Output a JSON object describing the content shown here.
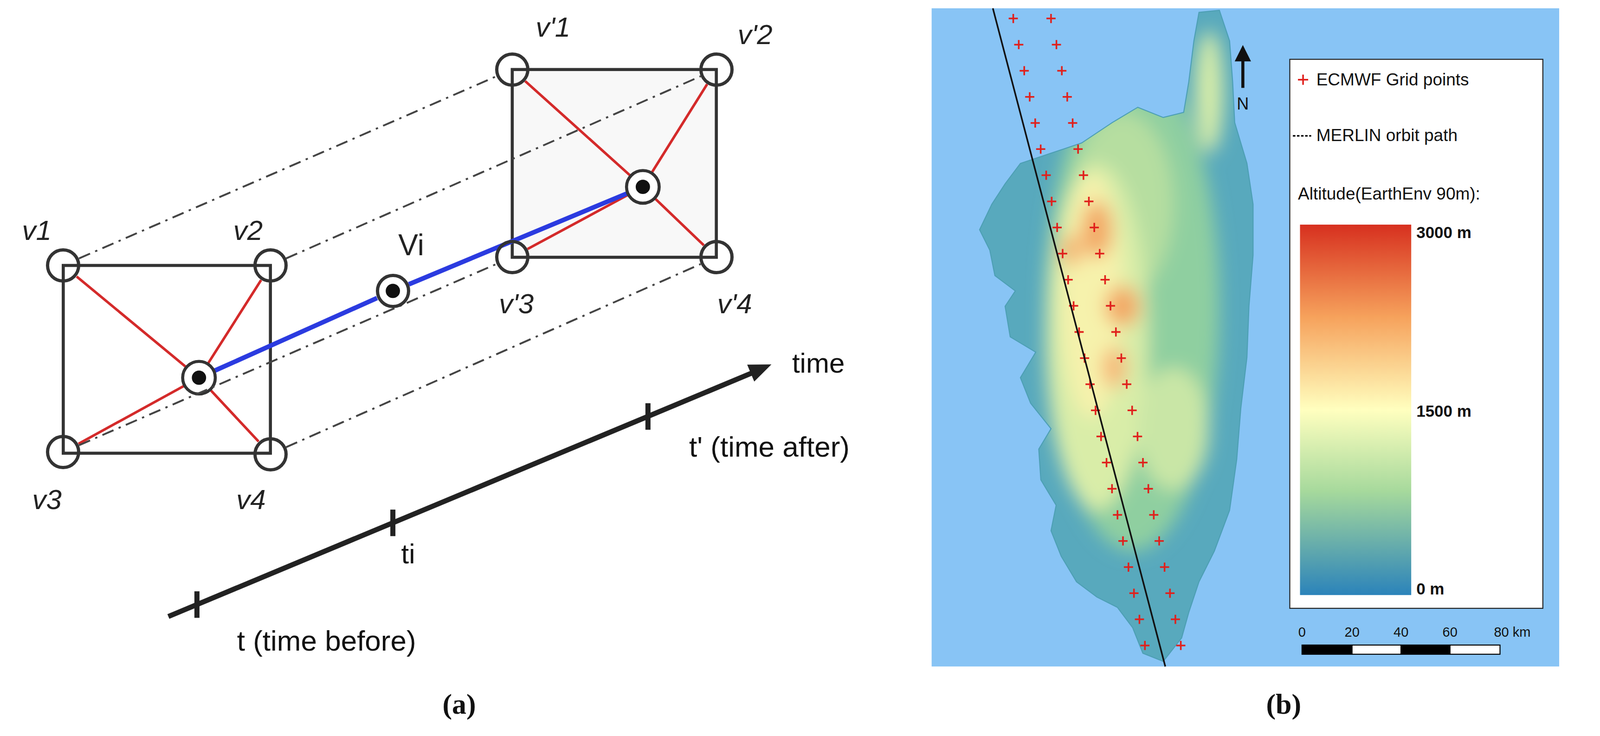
{
  "diagram": {
    "nodes": [
      {
        "text": [
          "v1"
        ]
      },
      {
        "text": [
          "v2"
        ]
      },
      {
        "text": [
          "v3"
        ]
      },
      {
        "text": [
          "v4"
        ]
      },
      {
        "text": [
          "Vi"
        ]
      },
      {
        "text": [
          "v'1"
        ]
      },
      {
        "text": [
          "v'2"
        ]
      },
      {
        "text": [
          "v'3"
        ]
      },
      {
        "text": [
          "v'4"
        ]
      }
    ],
    "edges": [
      {
        "from": 0,
        "to": 5,
        "arrow": "none"
      },
      {
        "from": 1,
        "to": 6,
        "arrow": "none"
      },
      {
        "from": 2,
        "to": 7,
        "arrow": "none"
      },
      {
        "from": 3,
        "to": 8,
        "arrow": "none"
      }
    ],
    "labels": [
      "time",
      "t' (time after)",
      "ti",
      "t (time before)",
      "(a)",
      "N",
      "Altitude(EarthEnv 90m):",
      "3000 m",
      "1500 m",
      "0 m",
      "0",
      "20",
      "40",
      "60",
      "80 km",
      "(b)"
    ],
    "legend": [
      {
        "text": "ECMWF Grid points"
      },
      {
        "text": "MERLIN orbit path"
      }
    ]
  }
}
